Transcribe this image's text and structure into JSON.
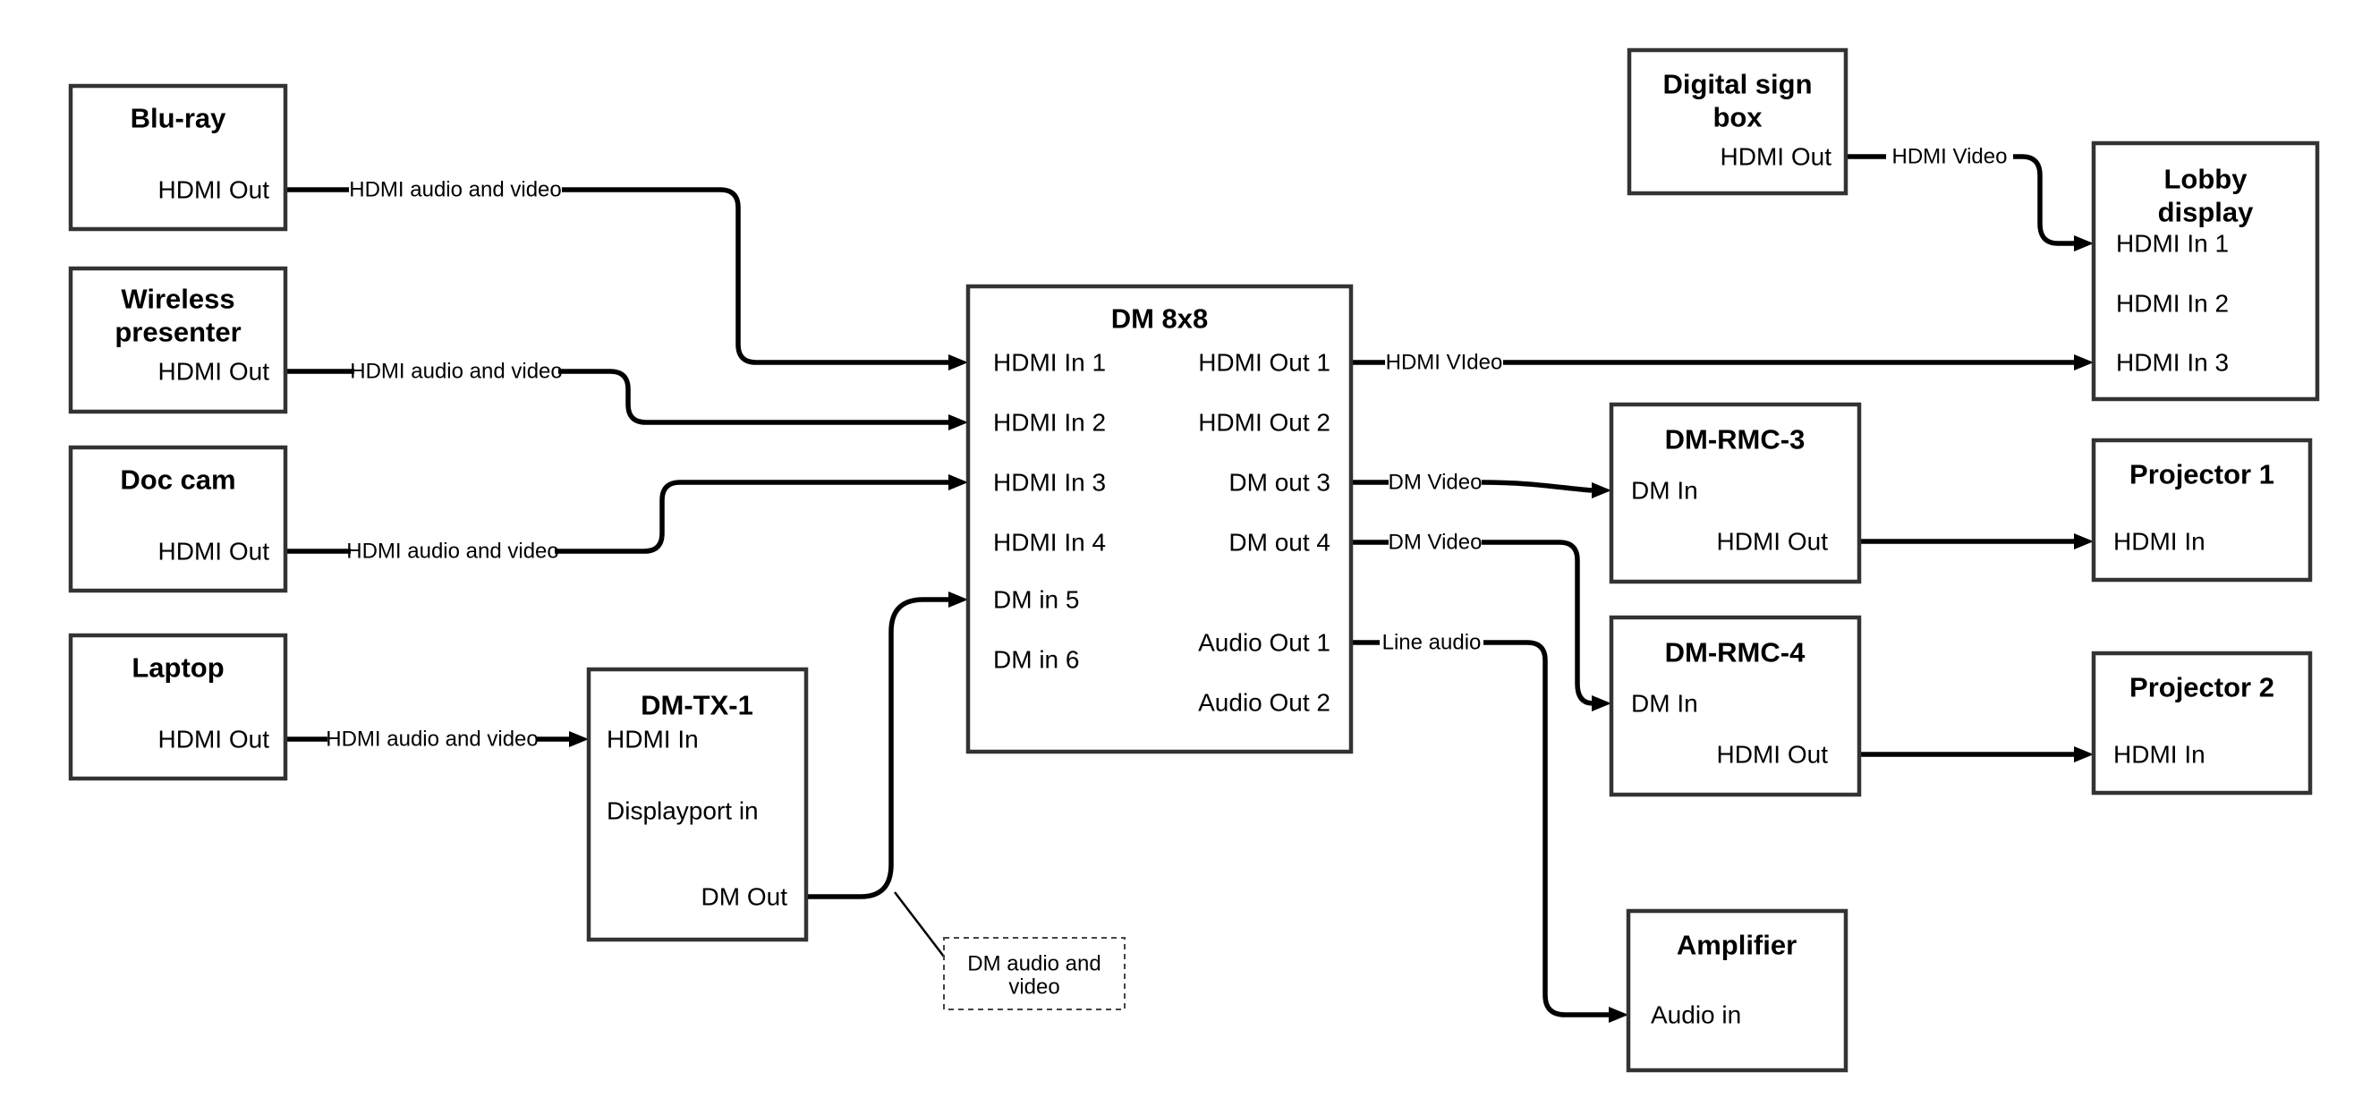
{
  "colors": {
    "background": "#ffffff",
    "box_border": "#333333",
    "connector": "#000000",
    "text": "#000000",
    "callout_border": "#444444"
  },
  "nodes": {
    "bluray": {
      "title": "Blu-ray",
      "port_hdmi_out": "HDMI Out"
    },
    "wireless_presenter": {
      "title_line1": "Wireless",
      "title_line2": "presenter",
      "port_hdmi_out": "HDMI Out"
    },
    "doc_cam": {
      "title": "Doc cam",
      "port_hdmi_out": "HDMI Out"
    },
    "laptop": {
      "title": "Laptop",
      "port_hdmi_out": "HDMI Out"
    },
    "dm_tx_1": {
      "title": "DM-TX-1",
      "port_hdmi_in": "HDMI In",
      "port_displayport_in": "Displayport in",
      "port_dm_out": "DM Out"
    },
    "dm_8x8": {
      "title": "DM 8x8",
      "inputs": [
        "HDMI In 1",
        "HDMI In 2",
        "HDMI In 3",
        "HDMI In 4",
        "DM in 5",
        "DM in 6"
      ],
      "outputs": [
        "HDMI Out 1",
        "HDMI Out 2",
        "DM out 3",
        "DM out 4",
        "Audio Out 1",
        "Audio Out 2"
      ]
    },
    "digital_sign_box": {
      "title_line1": "Digital sign",
      "title_line2": "box",
      "port_hdmi_out": "HDMI Out"
    },
    "lobby_display": {
      "title_line1": "Lobby",
      "title_line2": "display",
      "inputs": [
        "HDMI In 1",
        "HDMI In 2",
        "HDMI In 3"
      ]
    },
    "dm_rmc_3": {
      "title": "DM-RMC-3",
      "port_dm_in": "DM In",
      "port_hdmi_out": "HDMI Out"
    },
    "projector_1": {
      "title": "Projector 1",
      "port_hdmi_in": "HDMI In"
    },
    "dm_rmc_4": {
      "title": "DM-RMC-4",
      "port_dm_in": "DM In",
      "port_hdmi_out": "HDMI Out"
    },
    "projector_2": {
      "title": "Projector 2",
      "port_hdmi_in": "HDMI In"
    },
    "amplifier": {
      "title": "Amplifier",
      "port_audio_in": "Audio in"
    }
  },
  "edge_labels": {
    "bluray_to_dm8x8": "HDMI audio and video",
    "wireless_to_dm8x8": "HDMI audio and video",
    "doccam_to_dm8x8": "HDMI audio and video",
    "laptop_to_dmtx1": "HDMI audio and video",
    "hdmi_out_1": "HDMI VIdeo",
    "dm_out_3": "DM Video",
    "dm_out_4": "DM Video",
    "audio_out_1": "Line audio",
    "digital_sign_to_lobby": "HDMI Video",
    "callout_line1": "DM audio and",
    "callout_line2": "video"
  }
}
